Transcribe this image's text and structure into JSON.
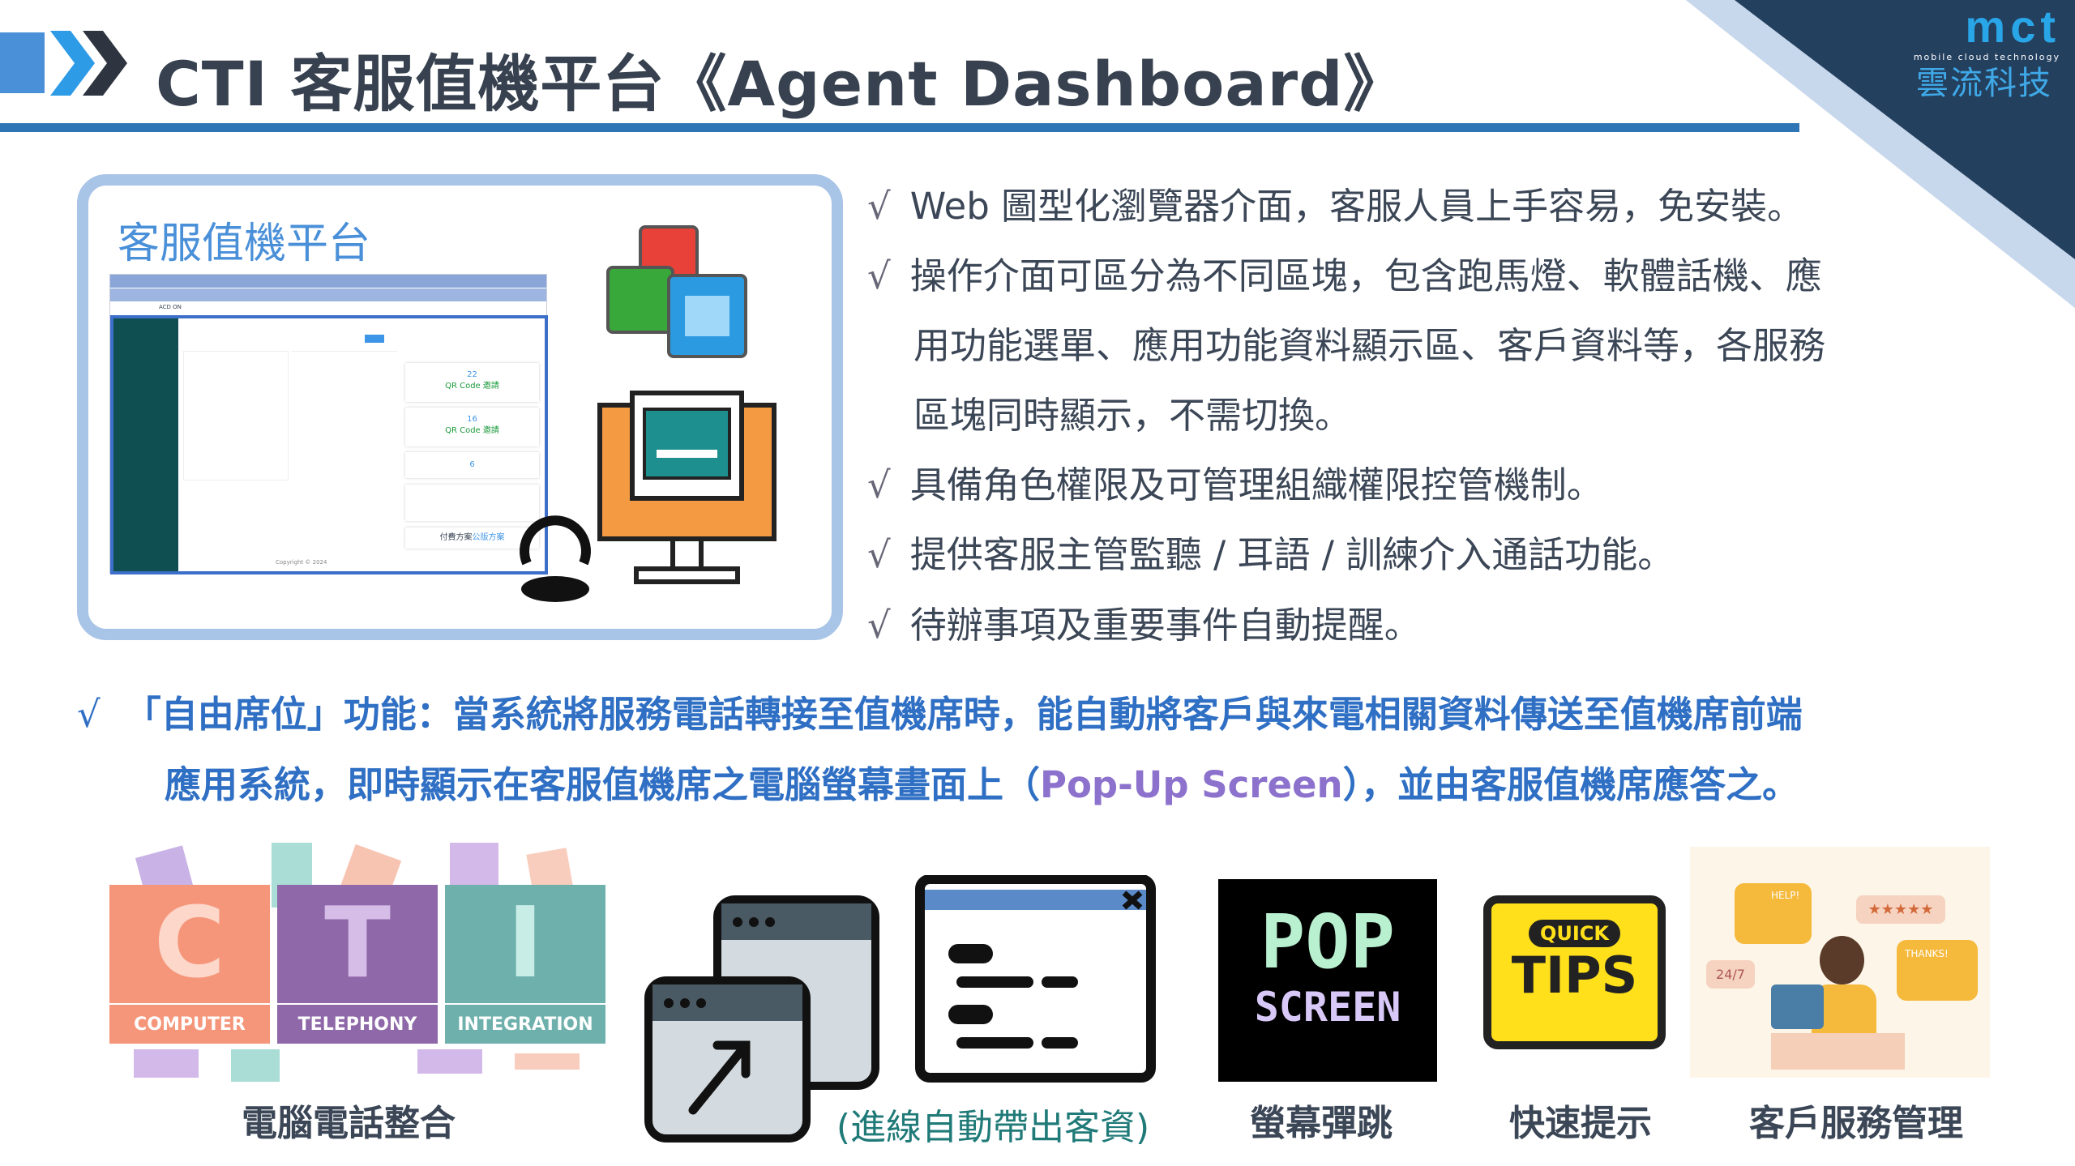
{
  "header": {
    "title": "CTI 客服值機平台《Agent Dashboard》"
  },
  "logo": {
    "mark": "mct",
    "tagline": "mobile cloud technology",
    "chinese": "雲流科技"
  },
  "panel": {
    "title": "客服值機平台",
    "screenshot": {
      "tabs": [
        "ACD ON"
      ],
      "stats": [
        {
          "value": "22",
          "link": "QR Code 邀請"
        },
        {
          "value": "16",
          "link": "QR Code 邀請"
        },
        {
          "value": "6"
        }
      ],
      "plan_label": "付費方案",
      "plan_value": "公版方案",
      "footer": "Copyright © 2024"
    }
  },
  "bullets": [
    "Web 圖型化瀏覽器介面，客服人員上手容易，免安裝。",
    "操作介面可區分為不同區塊，包含跑馬燈、軟體話機、應",
    "用功能選單、應用功能資料顯示區、客戶資料等，各服務",
    "區塊同時顯示，不需切換。",
    "具備角色權限及可管理組織權限控管機制。",
    "提供客服主管監聽 / 耳語 / 訓練介入通話功能。",
    "待辦事項及重要事件自動提醒。"
  ],
  "check": "√",
  "highlight": {
    "line1": "「自由席位」功能：當系統將服務電話轉接至值機席時，能自動將客戶與來電相關資料傳送至值機席前端",
    "line2a": "應用系統，即時顯示在客服值機席之電腦螢幕畫面上（",
    "line2b": "Pop-Up Screen",
    "line2c": "），並由客服值機席應答之。"
  },
  "features": [
    {
      "label": "電腦電話整合",
      "letters": [
        "C",
        "T",
        "I"
      ],
      "captions": [
        "COMPUTER",
        "TELEPHONY",
        "INTEGRATION"
      ]
    },
    {
      "label": "(進線自動帶出客資)"
    },
    {
      "label": "螢幕彈跳",
      "art": [
        "POP",
        "SCREEN"
      ]
    },
    {
      "label": "快速提示",
      "art": [
        "QUICK",
        "TIPS"
      ]
    },
    {
      "label": "客戶服務管理",
      "art": [
        "HELP!",
        "THANKS!",
        "24/7",
        "★★★★★"
      ]
    }
  ],
  "colors": {
    "accent": "#2e75b6",
    "navy": "#24405f",
    "blue_text": "#2f6fc4",
    "purple": "#8c72cc",
    "teal": "#1f7a78"
  }
}
